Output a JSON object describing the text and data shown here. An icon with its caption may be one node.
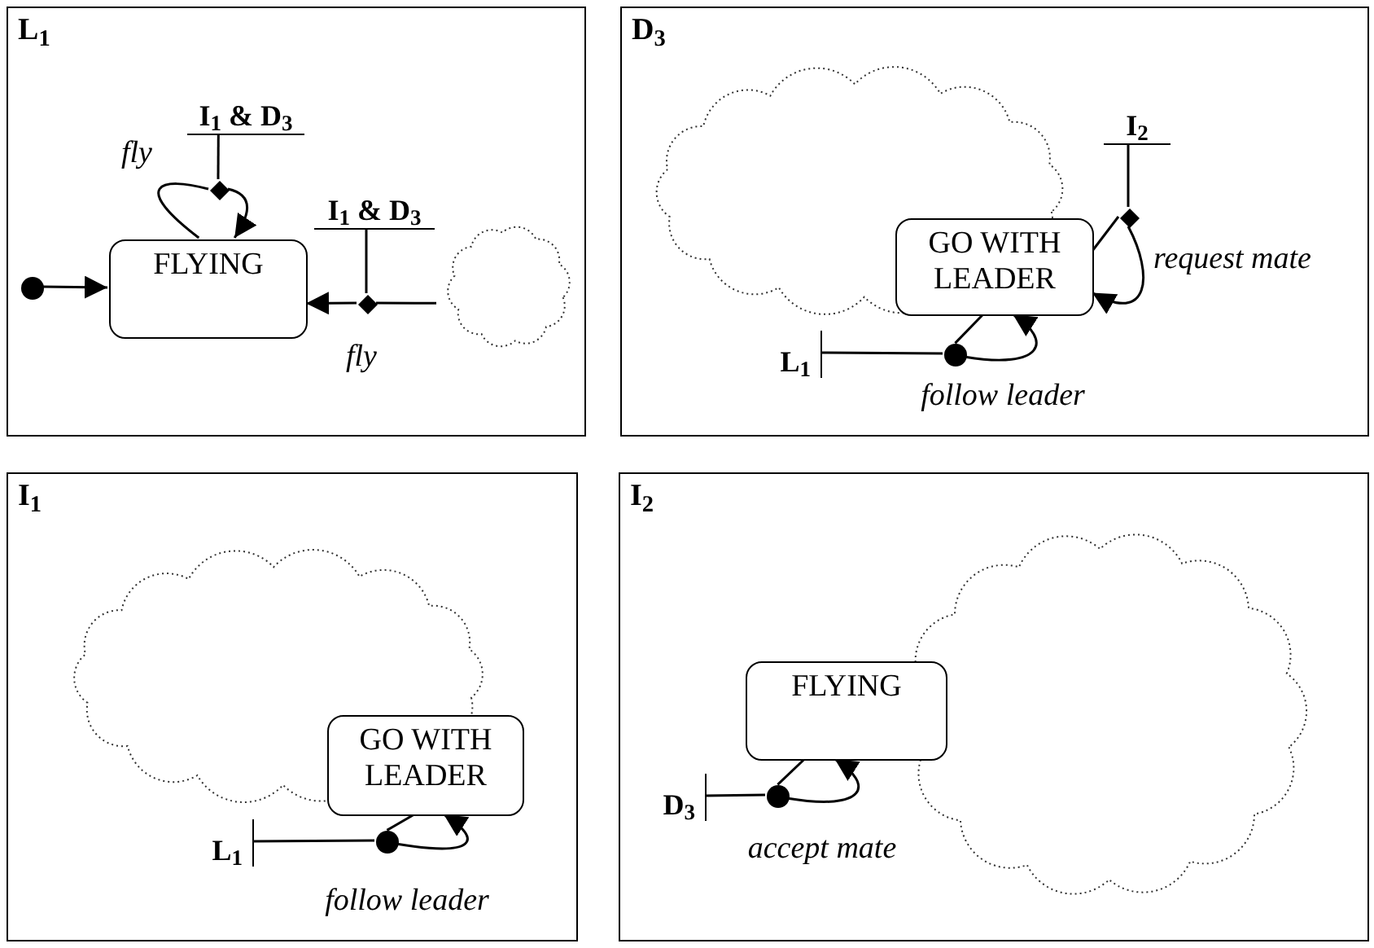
{
  "diagram": {
    "nodes": [
      {
        "text": [
          "L$_{1}$"
        ]
      },
      {
        "text": [
          "FLYING"
        ],
        "in": 0
      },
      {
        "text": [],
        "shape": "circle",
        "in": 0
      },
      {
        "text": [
          "I$_{1}$ & D$_{3}$"
        ],
        "in": 0
      },
      {
        "text": [],
        "shape": "diamond",
        "in": 0
      },
      {
        "text": [
          "I$_{1}$ & D$_{3}$"
        ],
        "in": 0
      },
      {
        "text": [],
        "shape": "diamond",
        "in": 0
      },
      {
        "text": [],
        "shape": "cloud",
        "in": 0
      },
      {
        "text": [
          "D$_{3}$"
        ]
      },
      {
        "text": [],
        "shape": "cloud",
        "in": 8
      },
      {
        "text": [
          "GO WITH LEADER"
        ],
        "in": 8
      },
      {
        "text": [
          "I$_{2}$"
        ],
        "in": 8
      },
      {
        "text": [],
        "shape": "diamond",
        "in": 8
      },
      {
        "text": [
          "L$_{1}$"
        ],
        "in": 8
      },
      {
        "text": [],
        "shape": "circle",
        "in": 8
      },
      {
        "text": [
          "I$_{1}$"
        ]
      },
      {
        "text": [],
        "shape": "cloud",
        "in": 15
      },
      {
        "text": [
          "GO WITH LEADER"
        ],
        "in": 15
      },
      {
        "text": [
          "L$_{1}$"
        ],
        "in": 15
      },
      {
        "text": [],
        "shape": "circle",
        "in": 15
      },
      {
        "text": [
          "I$_{2}$"
        ]
      },
      {
        "text": [],
        "shape": "cloud",
        "in": 20
      },
      {
        "text": [
          "FLYING"
        ],
        "in": 20
      },
      {
        "text": [
          "D$_{3}$"
        ],
        "in": 20
      },
      {
        "text": [],
        "shape": "circle",
        "in": 20
      }
    ],
    "edges": [
      {
        "from": 2,
        "to": 1,
        "arrow": "to"
      },
      {
        "from": 3,
        "to": 4,
        "arrow": "none"
      },
      {
        "from": 1,
        "to": 4,
        "arrow": "none",
        "label": "fly"
      },
      {
        "from": 4,
        "to": 1,
        "arrow": "to"
      },
      {
        "from": 5,
        "to": 6,
        "arrow": "none"
      },
      {
        "from": 7,
        "to": 6,
        "arrow": "none"
      },
      {
        "from": 6,
        "to": 1,
        "arrow": "to",
        "label": "fly"
      },
      {
        "from": 11,
        "to": 12,
        "arrow": "none"
      },
      {
        "from": 10,
        "to": 12,
        "arrow": "none"
      },
      {
        "from": 12,
        "to": 10,
        "arrow": "to",
        "label": "request mate"
      },
      {
        "from": 13,
        "to": 14,
        "arrow": "none"
      },
      {
        "from": 10,
        "to": 14,
        "arrow": "none"
      },
      {
        "from": 14,
        "to": 10,
        "arrow": "to",
        "label": "follow leader"
      },
      {
        "from": 18,
        "to": 19,
        "arrow": "none"
      },
      {
        "from": 17,
        "to": 19,
        "arrow": "none"
      },
      {
        "from": 19,
        "to": 17,
        "arrow": "to",
        "label": "follow leader"
      },
      {
        "from": 23,
        "to": 24,
        "arrow": "none"
      },
      {
        "from": 22,
        "to": 24,
        "arrow": "none"
      },
      {
        "from": 24,
        "to": 22,
        "arrow": "to",
        "label": "accept mate"
      }
    ]
  }
}
